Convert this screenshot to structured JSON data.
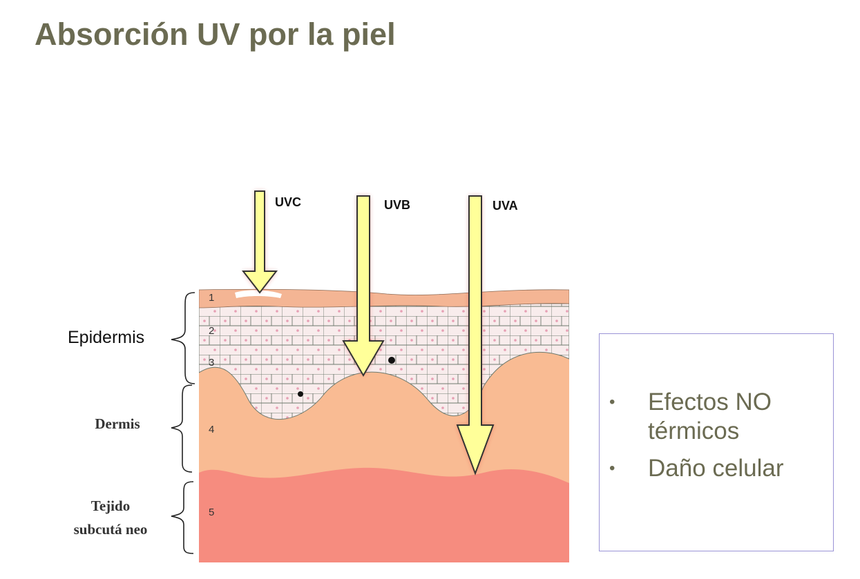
{
  "slide": {
    "title": "Absorción UV por la piel"
  },
  "diagram": {
    "arrows": [
      {
        "label": "UVC",
        "penetrates": "1"
      },
      {
        "label": "UVB",
        "penetrates": "3"
      },
      {
        "label": "UVA",
        "penetrates": "4"
      }
    ],
    "layer_numbers": [
      "1",
      "2",
      "3",
      "4",
      "5"
    ],
    "labels": {
      "epidermis": "Epidermis",
      "dermis": "Dermis",
      "subcutaneous_line1": "Tejido",
      "subcutaneous_line2": "subcutá neo"
    },
    "colors": {
      "stratum_corneum": "#f4b594",
      "epidermis": "#f8ecec",
      "dermis": "#f9bb93",
      "subcutaneous": "#f68c7f",
      "arrow_fill": "#ffff99",
      "arrow_glow": "#e53935"
    }
  },
  "bullets": [
    {
      "text": "Efectos NO térmicos",
      "icon": "bullet-dot"
    },
    {
      "text": "Daño celular",
      "icon": "bullet-dot"
    }
  ]
}
